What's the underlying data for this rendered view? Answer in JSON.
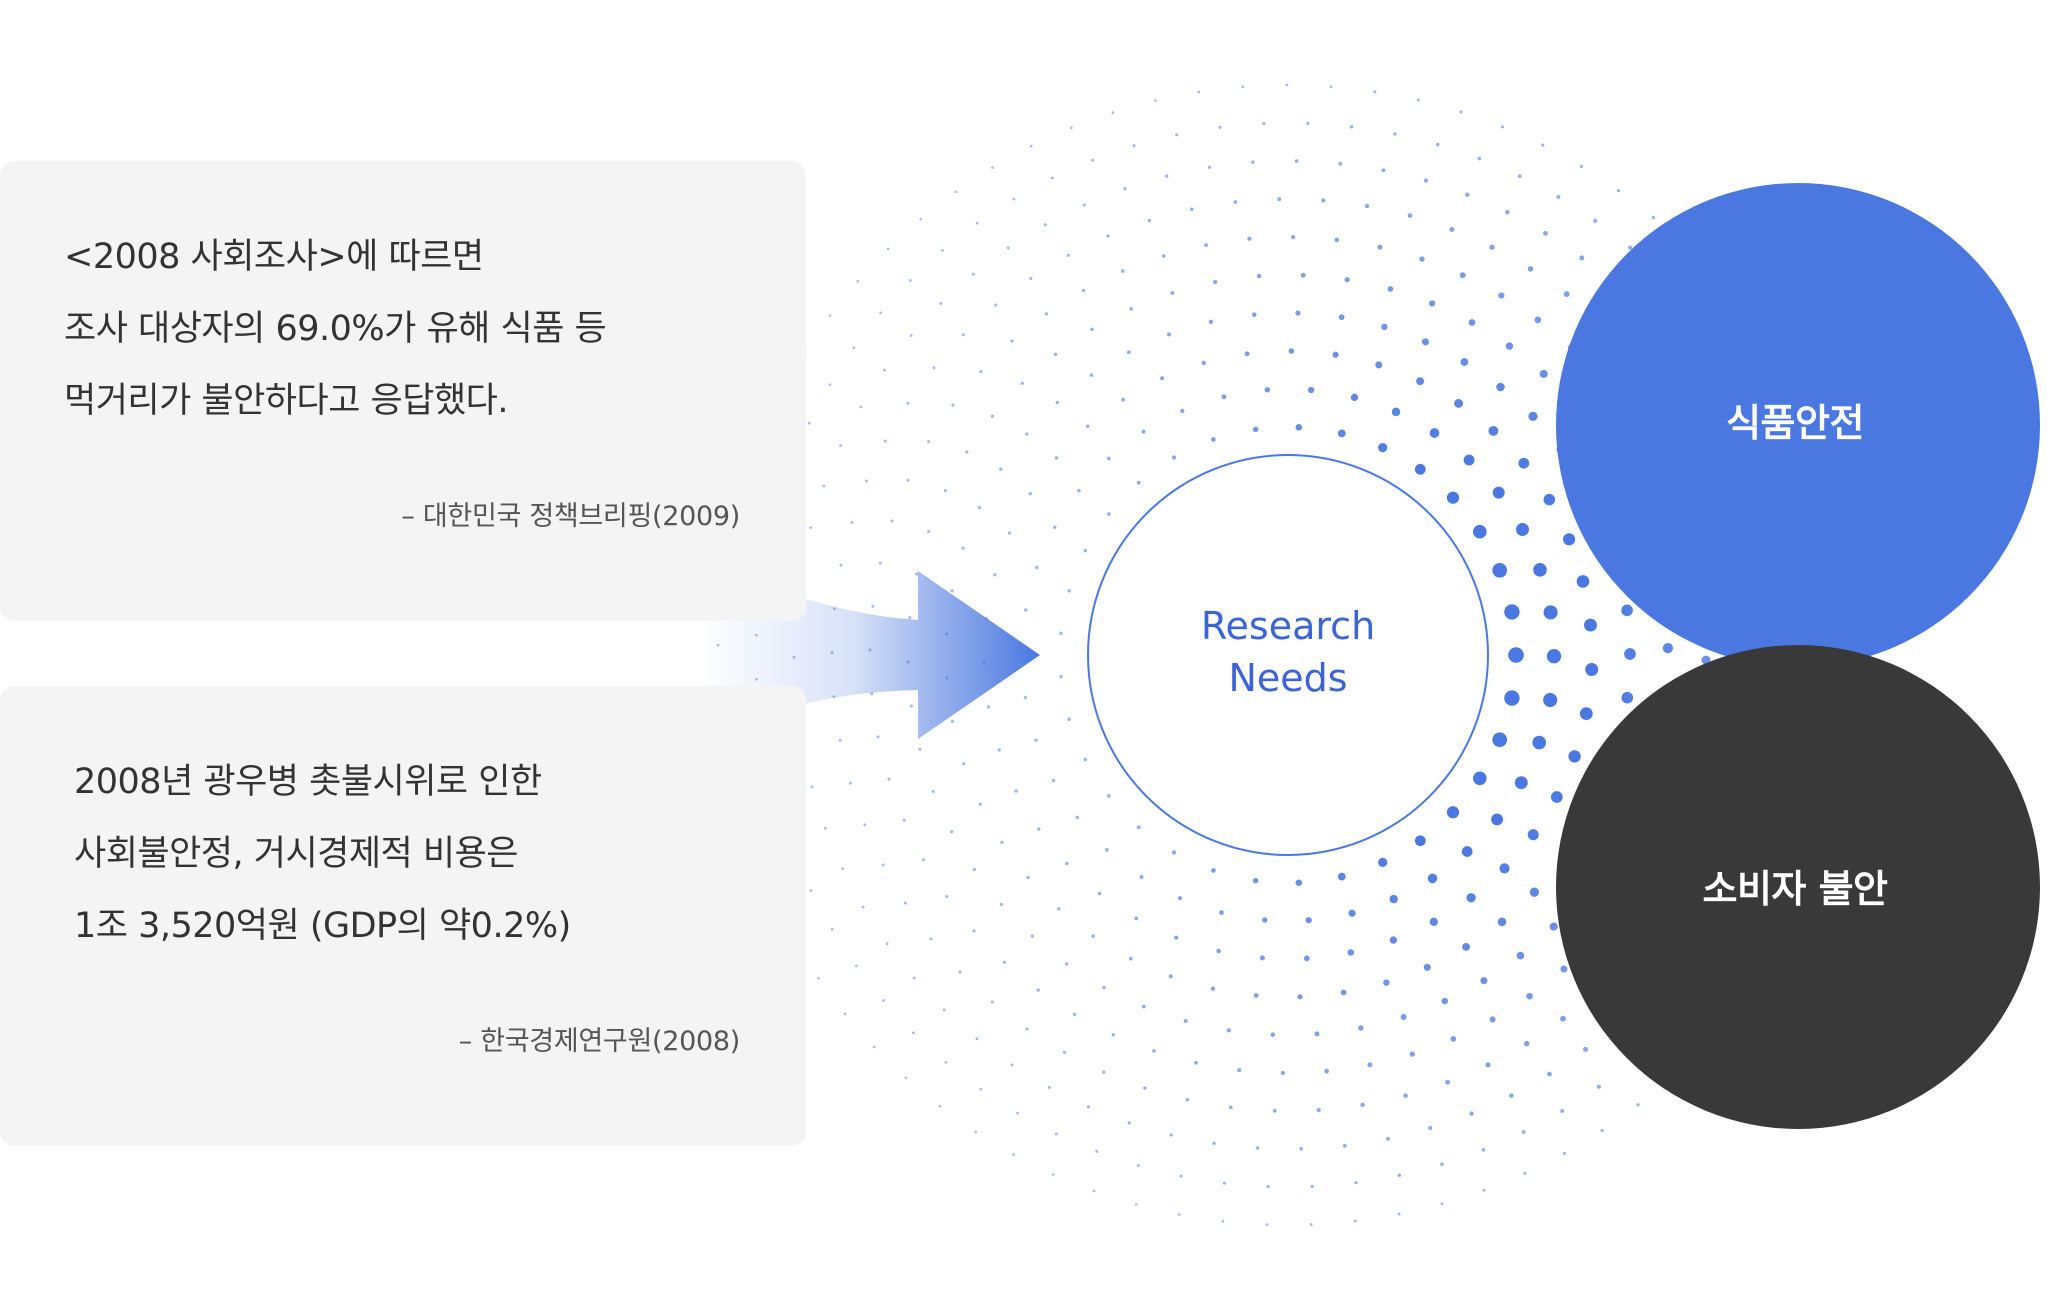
{
  "card_top": {
    "lines": [
      "<2008 사회조사>에 따르면",
      "조사 대상자의 69.0%가 유해 식품 등",
      "먹거리가 불안하다고 응답했다."
    ],
    "source": "– 대한민국 정책브리핑(2009)"
  },
  "card_bottom": {
    "lines": [
      "2008년 광우병 촛불시위로 인한",
      "사회불안정, 거시경제적 비용은",
      "1조 3,520억원 (GDP의 약0.2%)"
    ],
    "source": "– 한국경제연구원(2008)"
  },
  "center": {
    "line1": "Research",
    "line2": "Needs"
  },
  "circles": {
    "food_safety": "식품안전",
    "consumer_anxiety": "소비자 불안"
  },
  "colors": {
    "accent_blue": "#4a78e0",
    "dark_circle": "#393939",
    "card_bg": "#f4f4f4"
  }
}
